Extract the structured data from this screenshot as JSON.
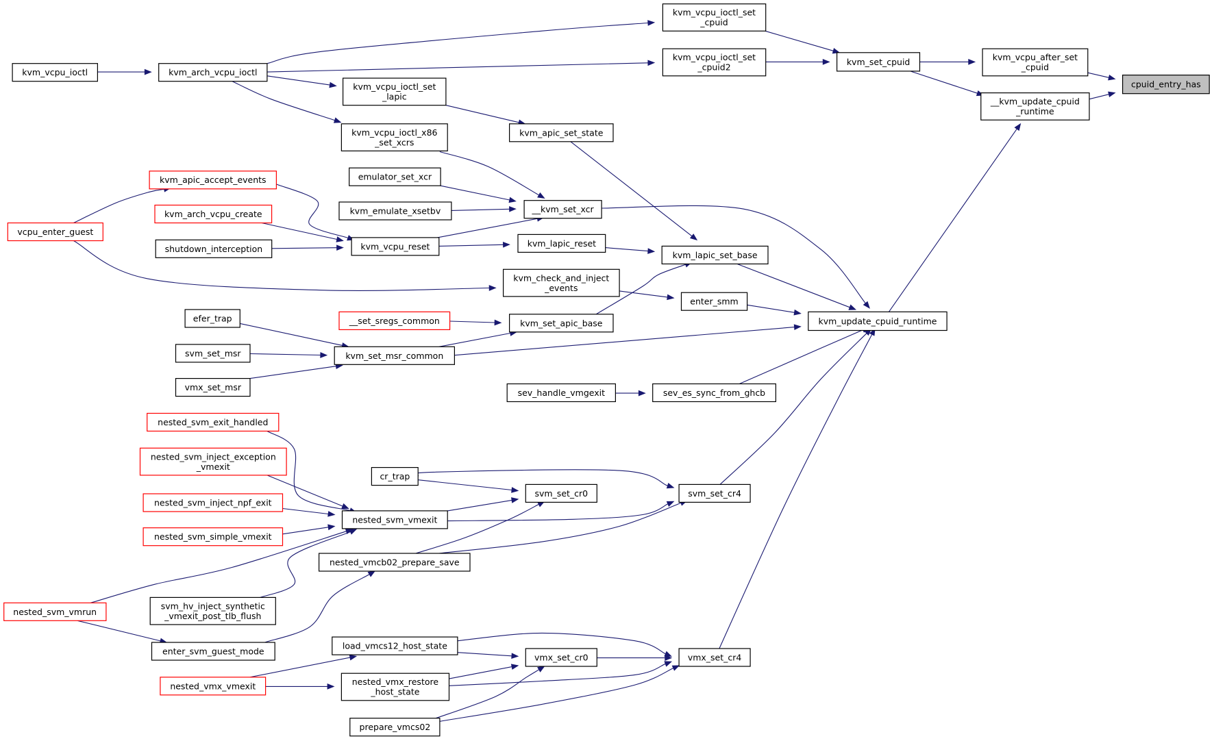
{
  "graph": {
    "root": "cpuid_entry_has",
    "colors": {
      "edge": "#191970",
      "border_normal": "#000000",
      "border_truncated": "#ff0000",
      "fill_root": "#bfbfbf",
      "fill_normal": "#ffffff"
    },
    "nodes": [
      {
        "id": "n0",
        "lines": [
          "cpuid_entry_has"
        ],
        "style": "root"
      },
      {
        "id": "n1",
        "lines": [
          "kvm_vcpu_after_set",
          "_cpuid"
        ],
        "style": "normal"
      },
      {
        "id": "n2",
        "lines": [
          "__kvm_update_cpuid",
          "_runtime"
        ],
        "style": "normal"
      },
      {
        "id": "n3",
        "lines": [
          "kvm_set_cpuid"
        ],
        "style": "normal"
      },
      {
        "id": "n4",
        "lines": [
          "kvm_vcpu_ioctl_set",
          "_cpuid"
        ],
        "style": "normal"
      },
      {
        "id": "n5",
        "lines": [
          "kvm_vcpu_ioctl_set",
          "_cpuid2"
        ],
        "style": "normal"
      },
      {
        "id": "n6",
        "lines": [
          "kvm_arch_vcpu_ioctl"
        ],
        "style": "normal"
      },
      {
        "id": "n7",
        "lines": [
          "kvm_vcpu_ioctl"
        ],
        "style": "normal"
      },
      {
        "id": "n8",
        "lines": [
          "kvm_update_cpuid_runtime"
        ],
        "style": "normal"
      },
      {
        "id": "n9",
        "lines": [
          "__kvm_set_xcr"
        ],
        "style": "normal"
      },
      {
        "id": "n10",
        "lines": [
          "kvm_vcpu_ioctl_x86",
          "_set_xcrs"
        ],
        "style": "normal"
      },
      {
        "id": "n11",
        "lines": [
          "emulator_set_xcr"
        ],
        "style": "normal"
      },
      {
        "id": "n12",
        "lines": [
          "kvm_emulate_xsetbv"
        ],
        "style": "normal"
      },
      {
        "id": "n13",
        "lines": [
          "kvm_vcpu_reset"
        ],
        "style": "normal"
      },
      {
        "id": "n14",
        "lines": [
          "kvm_apic_accept_events"
        ],
        "style": "truncated"
      },
      {
        "id": "n15",
        "lines": [
          "vcpu_enter_guest"
        ],
        "style": "truncated"
      },
      {
        "id": "n16",
        "lines": [
          "kvm_arch_vcpu_create"
        ],
        "style": "truncated"
      },
      {
        "id": "n17",
        "lines": [
          "shutdown_interception"
        ],
        "style": "normal"
      },
      {
        "id": "n18",
        "lines": [
          "kvm_lapic_set_base"
        ],
        "style": "normal"
      },
      {
        "id": "n19",
        "lines": [
          "kvm_apic_set_state"
        ],
        "style": "normal"
      },
      {
        "id": "n20",
        "lines": [
          "kvm_vcpu_ioctl_set",
          "_lapic"
        ],
        "style": "normal"
      },
      {
        "id": "n21",
        "lines": [
          "kvm_lapic_reset"
        ],
        "style": "normal"
      },
      {
        "id": "n22",
        "lines": [
          "kvm_set_apic_base"
        ],
        "style": "normal"
      },
      {
        "id": "n23",
        "lines": [
          "__set_sregs_common"
        ],
        "style": "truncated"
      },
      {
        "id": "n24",
        "lines": [
          "kvm_set_msr_common"
        ],
        "style": "normal"
      },
      {
        "id": "n25",
        "lines": [
          "efer_trap"
        ],
        "style": "normal"
      },
      {
        "id": "n26",
        "lines": [
          "svm_set_msr"
        ],
        "style": "normal"
      },
      {
        "id": "n27",
        "lines": [
          "vmx_set_msr"
        ],
        "style": "normal"
      },
      {
        "id": "n28",
        "lines": [
          "enter_smm"
        ],
        "style": "normal"
      },
      {
        "id": "n29",
        "lines": [
          "kvm_check_and_inject",
          "_events"
        ],
        "style": "normal"
      },
      {
        "id": "n30",
        "lines": [
          "sev_es_sync_from_ghcb"
        ],
        "style": "normal"
      },
      {
        "id": "n31",
        "lines": [
          "sev_handle_vmgexit"
        ],
        "style": "normal"
      },
      {
        "id": "n32",
        "lines": [
          "svm_set_cr4"
        ],
        "style": "normal"
      },
      {
        "id": "n33",
        "lines": [
          "cr_trap"
        ],
        "style": "normal"
      },
      {
        "id": "n34",
        "lines": [
          "nested_svm_vmexit"
        ],
        "style": "normal"
      },
      {
        "id": "n35",
        "lines": [
          "nested_svm_exit_handled"
        ],
        "style": "truncated"
      },
      {
        "id": "n36",
        "lines": [
          "nested_svm_inject_exception",
          "_vmexit"
        ],
        "style": "truncated"
      },
      {
        "id": "n37",
        "lines": [
          "nested_svm_inject_npf_exit"
        ],
        "style": "truncated"
      },
      {
        "id": "n38",
        "lines": [
          "nested_svm_simple_vmexit"
        ],
        "style": "truncated"
      },
      {
        "id": "n39",
        "lines": [
          "nested_svm_vmrun"
        ],
        "style": "truncated"
      },
      {
        "id": "n40",
        "lines": [
          "svm_hv_inject_synthetic",
          "_vmexit_post_tlb_flush"
        ],
        "style": "normal"
      },
      {
        "id": "n41",
        "lines": [
          "nested_vmcb02_prepare_save"
        ],
        "style": "normal"
      },
      {
        "id": "n42",
        "lines": [
          "enter_svm_guest_mode"
        ],
        "style": "normal"
      },
      {
        "id": "n43",
        "lines": [
          "svm_set_cr0"
        ],
        "style": "normal"
      },
      {
        "id": "n44",
        "lines": [
          "vmx_set_cr4"
        ],
        "style": "normal"
      },
      {
        "id": "n45",
        "lines": [
          "load_vmcs12_host_state"
        ],
        "style": "normal"
      },
      {
        "id": "n46",
        "lines": [
          "nested_vmx_vmexit"
        ],
        "style": "truncated"
      },
      {
        "id": "n47",
        "lines": [
          "nested_vmx_restore",
          "_host_state"
        ],
        "style": "normal"
      },
      {
        "id": "n48",
        "lines": [
          "prepare_vmcs02"
        ],
        "style": "normal"
      },
      {
        "id": "n49",
        "lines": [
          "vmx_set_cr0"
        ],
        "style": "normal"
      }
    ],
    "edges": [
      {
        "from": "n1",
        "to": "n0"
      },
      {
        "from": "n2",
        "to": "n0"
      },
      {
        "from": "n3",
        "to": "n1"
      },
      {
        "from": "n3",
        "to": "n2"
      },
      {
        "from": "n4",
        "to": "n3"
      },
      {
        "from": "n5",
        "to": "n3"
      },
      {
        "from": "n6",
        "to": "n4"
      },
      {
        "from": "n6",
        "to": "n5"
      },
      {
        "from": "n6",
        "to": "n20"
      },
      {
        "from": "n6",
        "to": "n10"
      },
      {
        "from": "n7",
        "to": "n6"
      },
      {
        "from": "n8",
        "to": "n2"
      },
      {
        "from": "n9",
        "to": "n8"
      },
      {
        "from": "n10",
        "to": "n9"
      },
      {
        "from": "n11",
        "to": "n9"
      },
      {
        "from": "n12",
        "to": "n9"
      },
      {
        "from": "n13",
        "to": "n9"
      },
      {
        "from": "n13",
        "to": "n21"
      },
      {
        "from": "n14",
        "to": "n13"
      },
      {
        "from": "n15",
        "to": "n14"
      },
      {
        "from": "n15",
        "to": "n29"
      },
      {
        "from": "n16",
        "to": "n13"
      },
      {
        "from": "n17",
        "to": "n13"
      },
      {
        "from": "n18",
        "to": "n8"
      },
      {
        "from": "n19",
        "to": "n18"
      },
      {
        "from": "n20",
        "to": "n19"
      },
      {
        "from": "n21",
        "to": "n18"
      },
      {
        "from": "n22",
        "to": "n18"
      },
      {
        "from": "n23",
        "to": "n22"
      },
      {
        "from": "n24",
        "to": "n22"
      },
      {
        "from": "n24",
        "to": "n8"
      },
      {
        "from": "n25",
        "to": "n24"
      },
      {
        "from": "n26",
        "to": "n24"
      },
      {
        "from": "n27",
        "to": "n24"
      },
      {
        "from": "n28",
        "to": "n8"
      },
      {
        "from": "n29",
        "to": "n28"
      },
      {
        "from": "n30",
        "to": "n8"
      },
      {
        "from": "n31",
        "to": "n30"
      },
      {
        "from": "n32",
        "to": "n8"
      },
      {
        "from": "n33",
        "to": "n32"
      },
      {
        "from": "n33",
        "to": "n43"
      },
      {
        "from": "n34",
        "to": "n32"
      },
      {
        "from": "n34",
        "to": "n43"
      },
      {
        "from": "n35",
        "to": "n34"
      },
      {
        "from": "n36",
        "to": "n34"
      },
      {
        "from": "n37",
        "to": "n34"
      },
      {
        "from": "n38",
        "to": "n34"
      },
      {
        "from": "n39",
        "to": "n34"
      },
      {
        "from": "n39",
        "to": "n42"
      },
      {
        "from": "n40",
        "to": "n34"
      },
      {
        "from": "n41",
        "to": "n32"
      },
      {
        "from": "n41",
        "to": "n43"
      },
      {
        "from": "n42",
        "to": "n41"
      },
      {
        "from": "n44",
        "to": "n8"
      },
      {
        "from": "n45",
        "to": "n44"
      },
      {
        "from": "n45",
        "to": "n49"
      },
      {
        "from": "n46",
        "to": "n45"
      },
      {
        "from": "n46",
        "to": "n47"
      },
      {
        "from": "n47",
        "to": "n44"
      },
      {
        "from": "n47",
        "to": "n49"
      },
      {
        "from": "n48",
        "to": "n44"
      },
      {
        "from": "n48",
        "to": "n49"
      },
      {
        "from": "n49",
        "to": "n44"
      }
    ]
  }
}
